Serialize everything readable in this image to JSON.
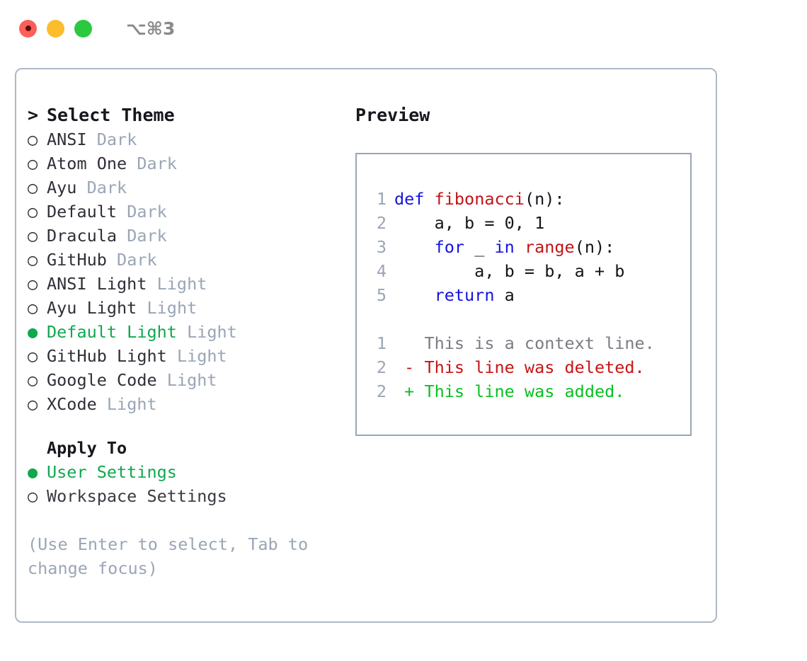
{
  "window": {
    "shortcut": "⌥⌘3",
    "traffic_lights": [
      {
        "name": "close",
        "color": "#fc6058"
      },
      {
        "name": "minimize",
        "color": "#fdbc2c"
      },
      {
        "name": "maximize",
        "color": "#2bc940"
      }
    ]
  },
  "colors": {
    "accent_selected": "#0fa84d",
    "muted": "#9aa5b5",
    "text": "#2f2f38",
    "border": "#aeb8c6",
    "keyword": "#1414dc",
    "function": "#c01414",
    "diff_added": "#08c022",
    "diff_deleted": "#c81414"
  },
  "theme_picker": {
    "header": "Select Theme",
    "caret": ">",
    "marker_unselected": "○",
    "marker_selected": "●",
    "items": [
      {
        "name": "ANSI",
        "tag": "Dark",
        "selected": false
      },
      {
        "name": "Atom One",
        "tag": "Dark",
        "selected": false
      },
      {
        "name": "Ayu",
        "tag": "Dark",
        "selected": false
      },
      {
        "name": "Default",
        "tag": "Dark",
        "selected": false
      },
      {
        "name": "Dracula",
        "tag": "Dark",
        "selected": false
      },
      {
        "name": "GitHub",
        "tag": "Dark",
        "selected": false
      },
      {
        "name": "ANSI Light",
        "tag": "Light",
        "selected": false
      },
      {
        "name": "Ayu Light",
        "tag": "Light",
        "selected": false
      },
      {
        "name": "Default Light",
        "tag": "Light",
        "selected": true
      },
      {
        "name": "GitHub Light",
        "tag": "Light",
        "selected": false
      },
      {
        "name": "Google Code",
        "tag": "Light",
        "selected": false
      },
      {
        "name": "XCode",
        "tag": "Light",
        "selected": false
      }
    ]
  },
  "apply_to": {
    "header": "Apply To",
    "items": [
      {
        "name": "User Settings",
        "selected": true
      },
      {
        "name": "Workspace Settings",
        "selected": false
      }
    ]
  },
  "hint": "(Use Enter to select, Tab to change focus)",
  "preview": {
    "title": "Preview",
    "code_lines": [
      {
        "ln": "1",
        "tokens": [
          {
            "t": "def",
            "c": "kw"
          },
          {
            "t": " ",
            "c": "plain"
          },
          {
            "t": "fibonacci",
            "c": "fn"
          },
          {
            "t": "(n):",
            "c": "plain"
          }
        ]
      },
      {
        "ln": "2",
        "tokens": [
          {
            "t": "    a, b = 0, 1",
            "c": "plain"
          }
        ]
      },
      {
        "ln": "3",
        "tokens": [
          {
            "t": "    ",
            "c": "plain"
          },
          {
            "t": "for",
            "c": "kw"
          },
          {
            "t": " _ ",
            "c": "plain"
          },
          {
            "t": "in",
            "c": "kw"
          },
          {
            "t": " ",
            "c": "plain"
          },
          {
            "t": "range",
            "c": "fn"
          },
          {
            "t": "(n):",
            "c": "plain"
          }
        ]
      },
      {
        "ln": "4",
        "tokens": [
          {
            "t": "        a, b = b, a + b",
            "c": "plain"
          }
        ]
      },
      {
        "ln": "5",
        "tokens": [
          {
            "t": "    ",
            "c": "plain"
          },
          {
            "t": "return",
            "c": "kw"
          },
          {
            "t": " a",
            "c": "plain"
          }
        ]
      }
    ],
    "diff_lines": [
      {
        "ln": "1",
        "sign": " ",
        "text": "This is a context line.",
        "kind": "ctx"
      },
      {
        "ln": "2",
        "sign": "-",
        "text": "This line was deleted.",
        "kind": "del"
      },
      {
        "ln": "2",
        "sign": "+",
        "text": "This line was added.",
        "kind": "add"
      }
    ]
  }
}
